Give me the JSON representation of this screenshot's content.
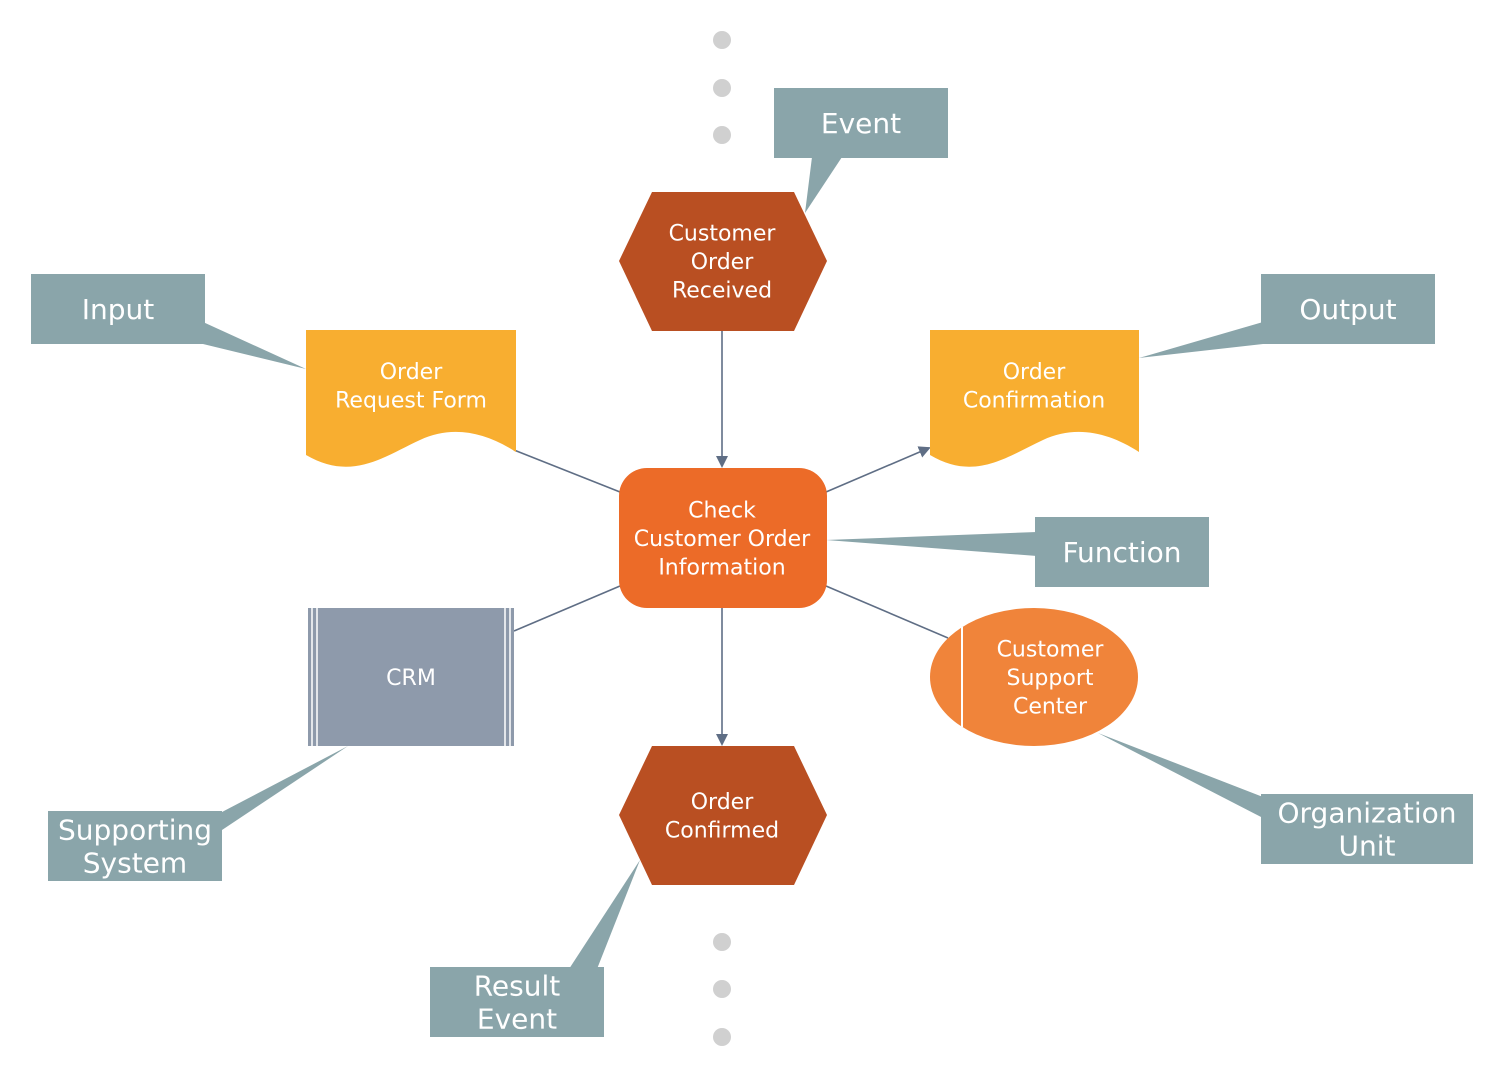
{
  "colors": {
    "event": "#b94f22",
    "function": "#ec6b28",
    "document": "#f8ae30",
    "org_unit": "#f0843a",
    "system": "#8e9aab",
    "callout": "#8aa5aa",
    "connector": "#5f6e85",
    "continuation_dot": "#d0d0d0"
  },
  "nodes": {
    "start_event": [
      "Customer",
      "Order",
      "Received"
    ],
    "function": [
      "Check",
      "Customer Order",
      "Information"
    ],
    "input_document": [
      "Order",
      "Request Form"
    ],
    "output_document": [
      "Order",
      "Confirmation"
    ],
    "supporting_system": [
      "CRM"
    ],
    "organization_unit": [
      "Customer",
      "Support",
      "Center"
    ],
    "result_event": [
      "Order",
      "Confirmed"
    ]
  },
  "callouts": {
    "event": [
      "Event"
    ],
    "input": [
      "Input"
    ],
    "output": [
      "Output"
    ],
    "function": [
      "Function"
    ],
    "supporting_system": [
      "Supporting",
      "System"
    ],
    "organization_unit": [
      "Organization",
      "Unit"
    ],
    "result_event": [
      "Result",
      "Event"
    ]
  }
}
